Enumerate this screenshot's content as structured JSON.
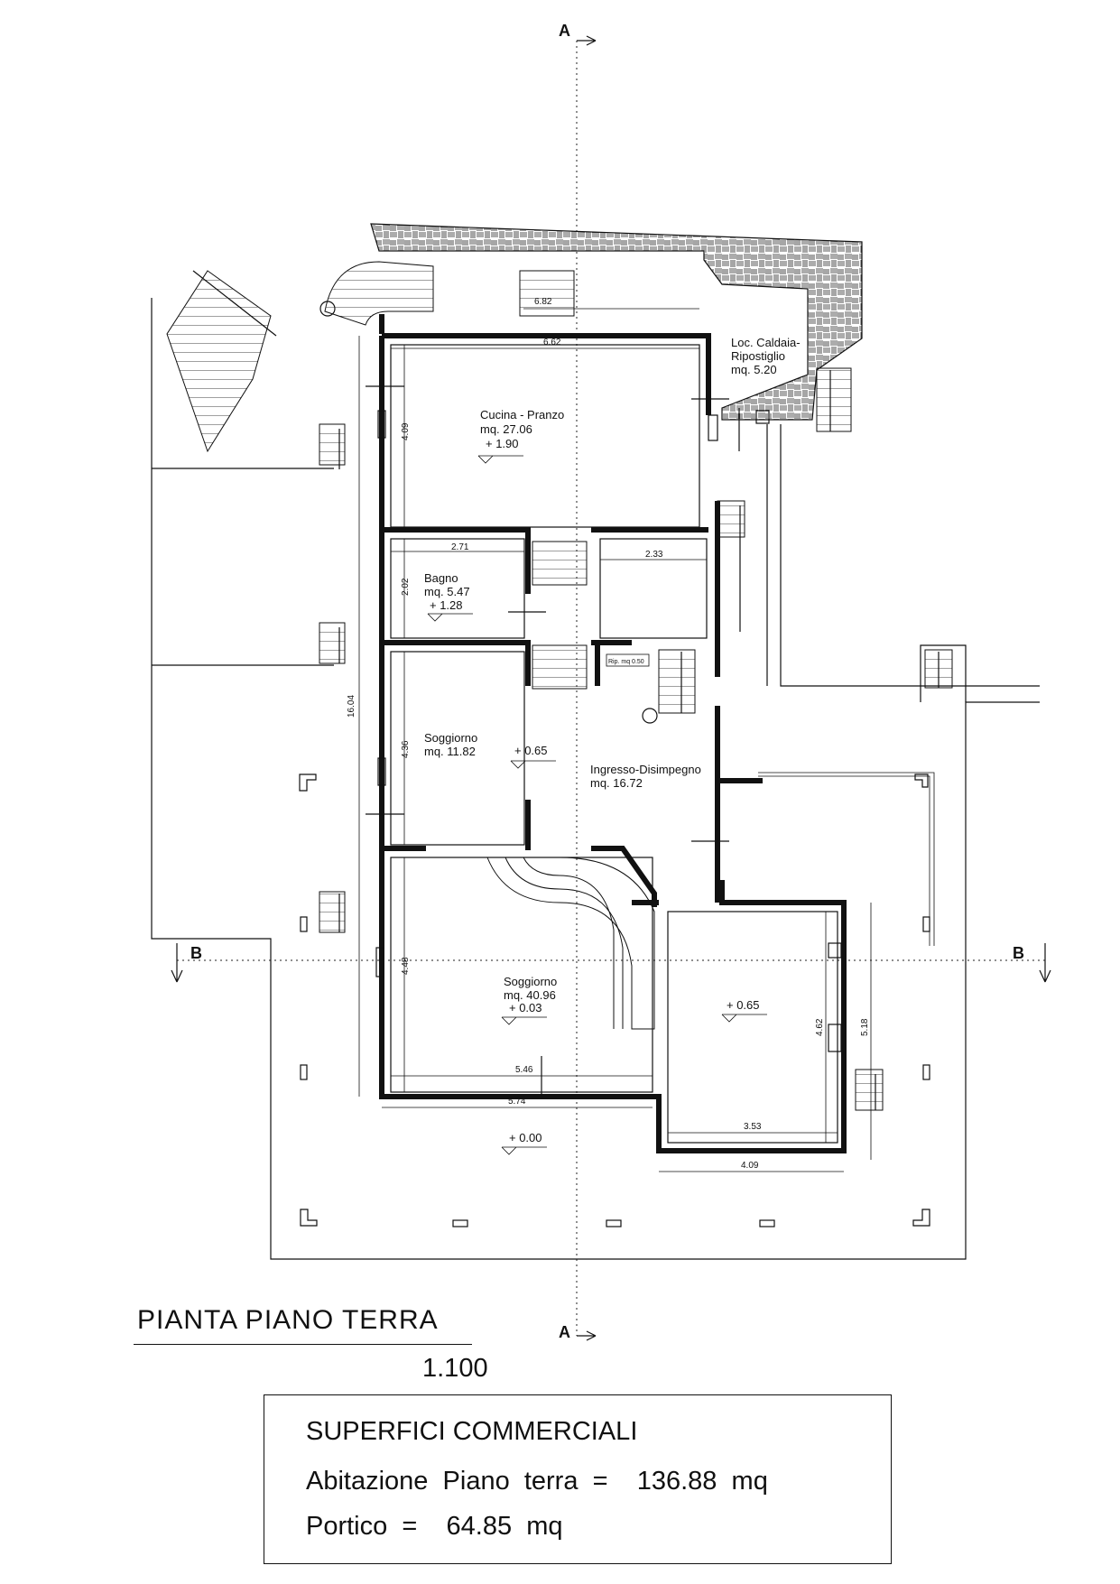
{
  "section_labels": {
    "a_top": "A",
    "a_bottom": "A",
    "b_left": "B",
    "b_right": "B"
  },
  "rooms": [
    {
      "id": "cucina",
      "name": "Cucina - Pranzo",
      "area": "mq. 27.06",
      "level": "+ 1.90"
    },
    {
      "id": "caldaia",
      "name1": "Loc. Caldaia-",
      "name2": "Ripostiglio",
      "area": "mq. 5.20"
    },
    {
      "id": "bagno",
      "name": "Bagno",
      "area": "mq. 5.47",
      "level": "+ 1.28"
    },
    {
      "id": "soggiorno1",
      "name": "Soggiorno",
      "area": "mq. 11.82"
    },
    {
      "id": "ingresso",
      "name": "Ingresso-Disimpegno",
      "area": "mq. 16.72"
    },
    {
      "id": "soggiorno2",
      "name": "Soggiorno",
      "area": "mq. 40.96",
      "level": "+ 0.03"
    },
    {
      "id": "ripostiglio",
      "name": "Rip. mq 0.50"
    }
  ],
  "levels": {
    "soggiorno1": "+ 0.65",
    "stanza_est": "+ 0.65",
    "portico": "+ 0.00"
  },
  "dimensions": {
    "top_stair": "6.82",
    "cucina_w": "6.62",
    "cucina_h": "4.09",
    "bagno_w": "2.71",
    "bagno_h": "2.02",
    "room_233": "2.33",
    "total_h": "16.04",
    "soggiorno1_h": "4.36",
    "soggiorno2_h": "4.48",
    "soggiorno2_w_in": "5.46",
    "soggiorno2_w_out": "5.74",
    "est_w_in": "3.53",
    "est_w_out": "4.09",
    "est_h_in": "4.62",
    "est_h_out": "5.18"
  },
  "drawing": {
    "title": "PIANTA  PIANO  TERRA",
    "scale": "1.100"
  },
  "summary": {
    "heading": "SUPERFICI COMMERCIALI",
    "line1": "Abitazione  Piano  terra  =    136.88  mq",
    "line2": "Portico  =    64.85  mq"
  }
}
